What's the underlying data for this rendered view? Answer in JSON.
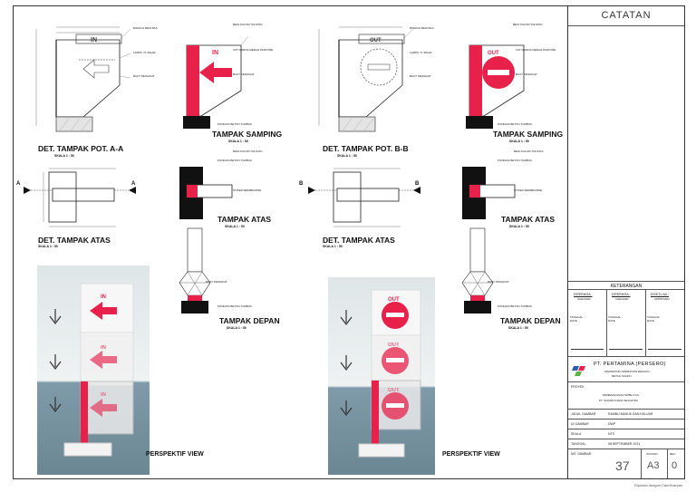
{
  "drawing": {
    "det_pot_aa": "DET. TAMPAK POT. A-A",
    "det_pot_bb": "DET. TAMPAK POT. B-B",
    "tampak_samping": "TAMPAK SAMPING",
    "det_tampak_atas": "DET. TAMPAK ATAS",
    "tampak_atas": "TAMPAK ATAS",
    "tampak_depan": "TAMPAK DEPAN",
    "perspektif": "PERSPEKTIF VIEW",
    "skala_50": "SKALA 1 : 50",
    "skala_1_50_label": "SKALA 1 : 50",
    "in_text": "IN",
    "out_text": "OUT",
    "section_a": "A",
    "section_b": "B"
  },
  "notes": {
    "n1": "BINGKAI BESI BAS",
    "n2": "LAMPU TL SINAR",
    "n3": "BAUT PENGIKAT",
    "n4": "BESI KOLOM TOLIKON",
    "n5": "CAT WARNA MERAH PANTONE",
    "n6": "PONDASI BETON TUMBUK",
    "n7": "STIKER MEMBRANNE",
    "n8": "BAUT PENGIKAT"
  },
  "titleblock": {
    "catatan": "CATATAN",
    "keterangan": "KETERANGAN",
    "diperiksa": "DIPERIKSA :",
    "checked": "CHECKED",
    "diperiksa2": "DIPERIKSA :",
    "checked2": "CHECKED",
    "disetujui": "DISETUJUI :",
    "approved": "APPROVED",
    "tanggal": "TANGGAL :",
    "date": "DATE",
    "company": "PT. PERTAMINA (PERSERO)",
    "company_sub1": "MARKETING OPERATION REGION I",
    "company_sub2": "RETAIL SALES I",
    "proyek_label": "PROYEK",
    "proyek_1": "PEMBANGUNAN SPBE 3 KG",
    "proyek_2": "PT. SAGRIN INADA SEJAHTRA",
    "judul_label": "JUDUL GAMBAR",
    "judul_val": "RAMBU MASUK DAN KELUAR",
    "digambar_label": "DI GAMBAR",
    "digambar_val": "DWP",
    "skala_label": "SKALA",
    "skala_val": "NTS",
    "tanggal_label": "TANGGAL",
    "tanggal_val": "08 SEPTEMBER 2021",
    "no_gambar_label": "NO. GAMBAR",
    "no_gambar_val": "37",
    "ukuran_label": "UKURAN",
    "ukuran_val": "A3",
    "rev_label": "REV.",
    "rev_val": "0",
    "scanner": "Dipindai dengan CamScanner"
  },
  "colors": {
    "accent_red": "#e8214b",
    "base_black": "#111111",
    "photo_bg": "#dfe6e8"
  }
}
